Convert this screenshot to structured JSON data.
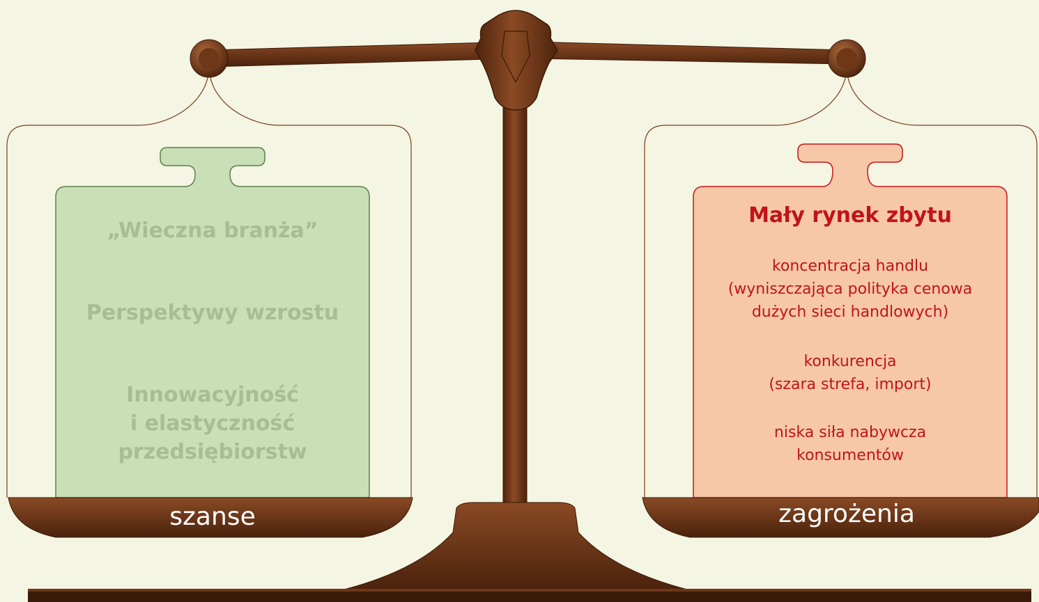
{
  "left_pan": {
    "label": "szanse",
    "weight": {
      "heading": "„Wieczna branża”",
      "item2": "Perspektywy wzrostu",
      "item3_line1": "Innowacyjność",
      "item3_line2": "i elastyczność",
      "item3_line3": "przedsiębiorstw"
    },
    "weight_color": "#c8dfb8"
  },
  "right_pan": {
    "label": "zagrożenia",
    "weight": {
      "heading": "Mały rynek zbytu",
      "item1_line1": "koncentracja handlu",
      "item1_line2": "(wyniszczająca polityka cenowa",
      "item1_line3": "dużych sieci handlowych)",
      "item2_line1": "konkurencja",
      "item2_line2": "(szara strefa, import)",
      "item3_line1": "niska siła nabywcza",
      "item3_line2": "konsumentów"
    },
    "weight_color": "#f6c8a8"
  },
  "colors": {
    "wood": "#7a3e1c",
    "wood_dark": "#4a220c",
    "background": "#f4f5e2",
    "green_text": "#a7bd94",
    "red_text": "#c01418"
  }
}
